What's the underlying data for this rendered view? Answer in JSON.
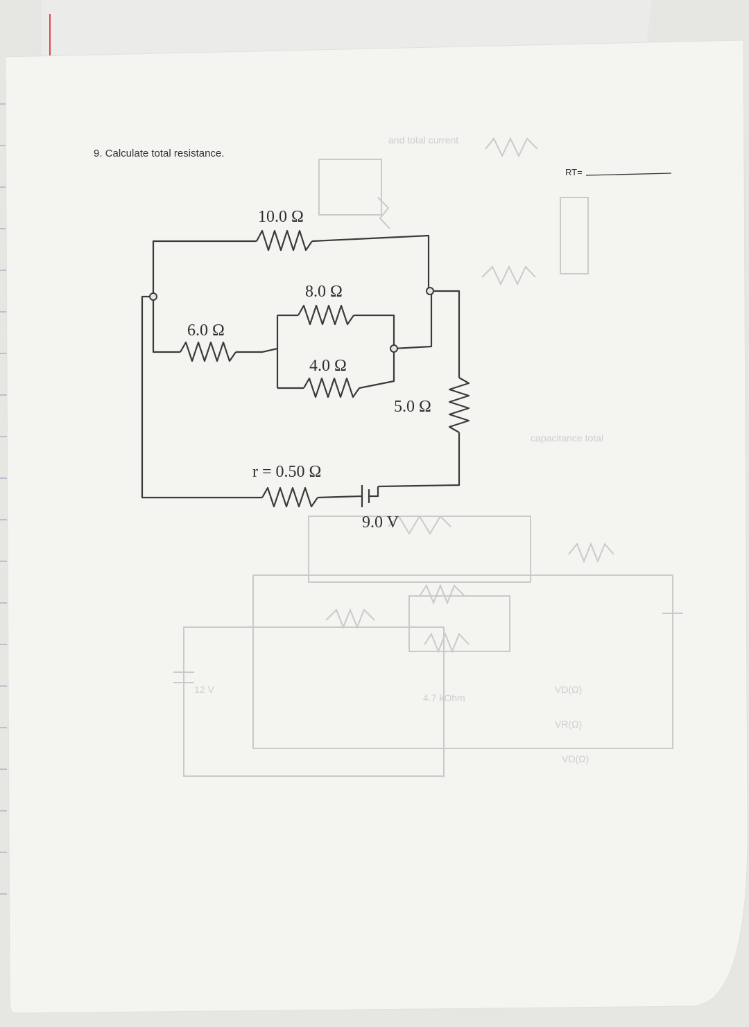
{
  "worksheet": {
    "question": "9. Calculate total resistance.",
    "answer_label": "RT=",
    "answer_value": ""
  },
  "circuit": {
    "resistors": [
      {
        "label": "10.0 Ω"
      },
      {
        "label": "8.0 Ω"
      },
      {
        "label": "6.0 Ω"
      },
      {
        "label": "4.0 Ω"
      },
      {
        "label": "5.0 Ω"
      }
    ],
    "internal_resistance_label": "r = 0.50 Ω",
    "battery_label": "9.0 V"
  },
  "colors": {
    "paper": "#f4f4f1",
    "ink": "#3a3a3a",
    "ghost_ink": "#c9cbc8",
    "background": "#cfcfcb",
    "margin_line": "#d94a4a"
  }
}
